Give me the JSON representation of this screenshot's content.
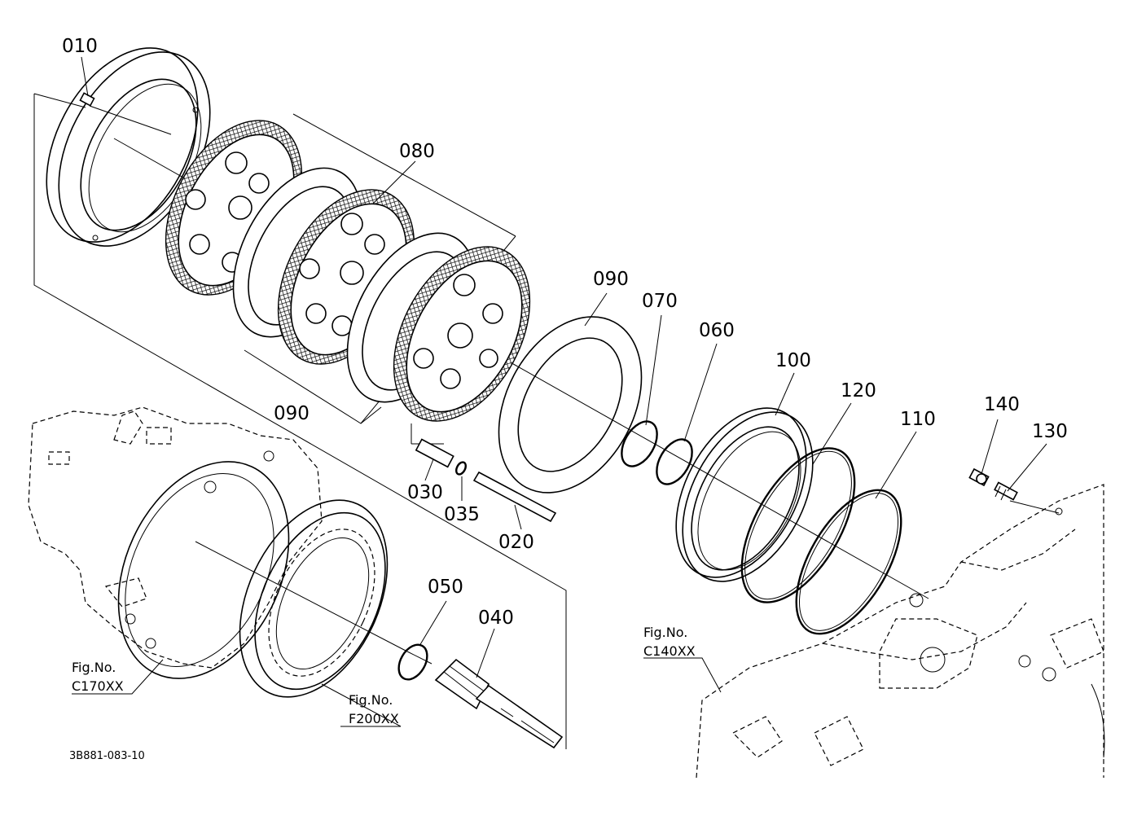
{
  "part_labels": [
    {
      "id": "p010",
      "text": "010"
    },
    {
      "id": "p080",
      "text": "080"
    },
    {
      "id": "p090a",
      "text": "090"
    },
    {
      "id": "p070",
      "text": "070"
    },
    {
      "id": "p060",
      "text": "060"
    },
    {
      "id": "p100",
      "text": "100"
    },
    {
      "id": "p120",
      "text": "120"
    },
    {
      "id": "p110",
      "text": "110"
    },
    {
      "id": "p140",
      "text": "140"
    },
    {
      "id": "p130",
      "text": "130"
    },
    {
      "id": "p090b",
      "text": "090"
    },
    {
      "id": "p030",
      "text": "030"
    },
    {
      "id": "p035",
      "text": "035"
    },
    {
      "id": "p020",
      "text": "020"
    },
    {
      "id": "p050",
      "text": "050"
    },
    {
      "id": "p040",
      "text": "040"
    }
  ],
  "figure_refs": {
    "fig_label": "Fig.No.",
    "c170": "C170XX",
    "f200": "F200XX",
    "c140": "C140XX"
  },
  "diagram_code": "3B881-083-10"
}
